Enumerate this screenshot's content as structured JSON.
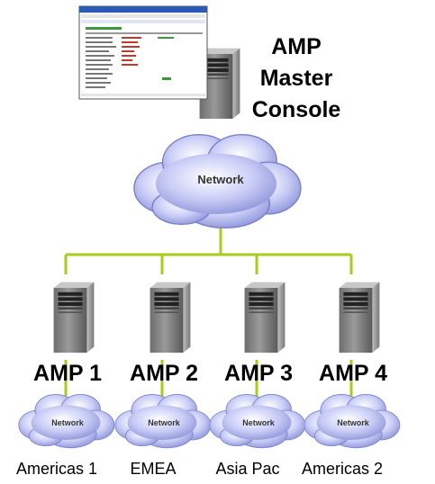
{
  "master": {
    "label_lines": [
      "AMP",
      "Master",
      "Console"
    ]
  },
  "core_network": {
    "label": "Network"
  },
  "servers": [
    {
      "label": "AMP 1",
      "network_label": "Network",
      "site": "Americas 1"
    },
    {
      "label": "AMP 2",
      "network_label": "Network",
      "site": "EMEA"
    },
    {
      "label": "AMP 3",
      "network_label": "Network",
      "site": "Asia Pac"
    },
    {
      "label": "AMP 4",
      "network_label": "Network",
      "site": "Americas 2"
    }
  ],
  "colors": {
    "connector": "#a6cc1c",
    "cloud_light": "#eef0ff",
    "cloud_dark": "#8c93d8",
    "server_body": "#8e8e8e",
    "server_dark": "#3a3a3a",
    "screen_titlebar": "#2a5bb5",
    "screen_green": "#3a9a3a",
    "screen_red": "#c0392b"
  },
  "icons": {
    "server": "tower-server-icon",
    "cloud": "network-cloud-icon",
    "console": "console-screenshot-icon"
  }
}
